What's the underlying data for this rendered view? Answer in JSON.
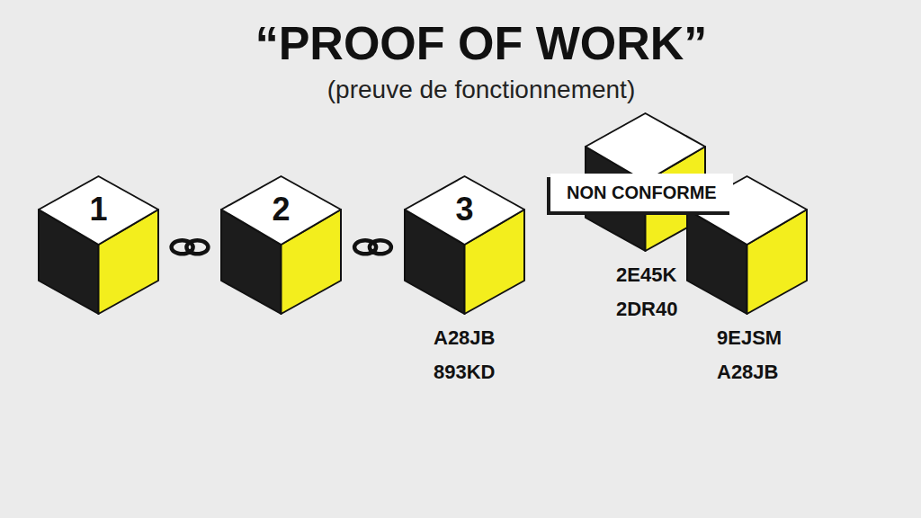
{
  "diagram": {
    "title": "“PROOF OF WORK”",
    "nodes": [
      {
        "text": [
          "1"
        ]
      },
      {
        "text": [
          "2"
        ]
      },
      {
        "text": [
          "3",
          "A28JB",
          "893KD"
        ]
      },
      {
        "text": [
          "2E45K",
          "2DR40"
        ]
      },
      {
        "text": [
          "NON CONFORME"
        ]
      },
      {
        "text": [
          "9EJSM",
          "A28JB"
        ]
      }
    ],
    "edges": [
      {
        "from": 0,
        "to": 1,
        "arrow": "none"
      },
      {
        "from": 1,
        "to": 2,
        "arrow": "none"
      }
    ],
    "labels": [
      "(preuve de fonctionnement)"
    ]
  }
}
